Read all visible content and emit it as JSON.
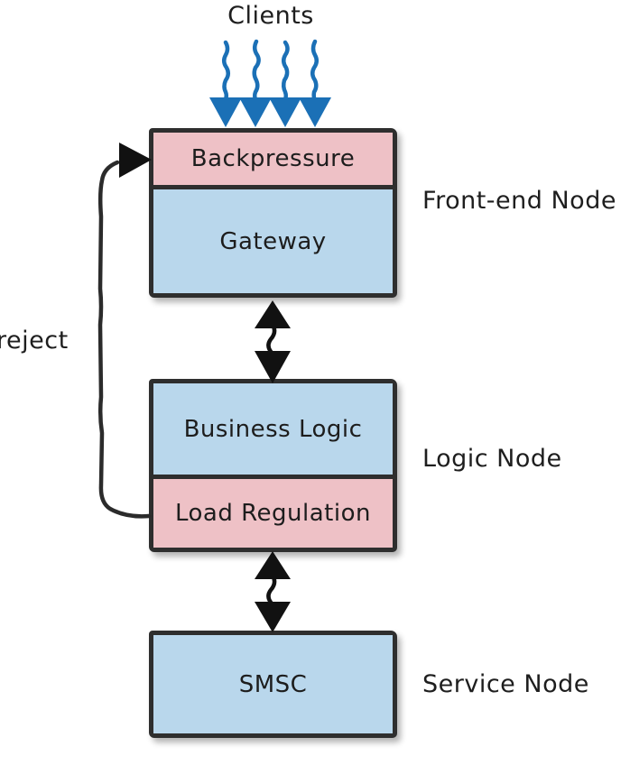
{
  "clients_label": "Clients",
  "reject_label": "reject",
  "nodes": [
    {
      "name": "Front-end Node",
      "layers": [
        {
          "label": "Backpressure",
          "kind": "regulation"
        },
        {
          "label": "Gateway",
          "kind": "service"
        }
      ]
    },
    {
      "name": "Logic Node",
      "layers": [
        {
          "label": "Business Logic",
          "kind": "service"
        },
        {
          "label": "Load Regulation",
          "kind": "regulation"
        }
      ]
    },
    {
      "name": "Service Node",
      "layers": [
        {
          "label": "SMSC",
          "kind": "service"
        }
      ]
    }
  ],
  "connectors": {
    "clients_to_frontend": "four blue squiggly down arrows",
    "frontend_logic": "bidirectional arrow",
    "logic_service": "bidirectional arrow",
    "reject_feedback": "reject loop from Load Regulation to Backpressure"
  },
  "colors": {
    "regulation_pink": "#eec1c6",
    "service_blue": "#b9d7ec",
    "client_arrow_blue": "#1b70b6",
    "ink": "#2e2e2e"
  }
}
